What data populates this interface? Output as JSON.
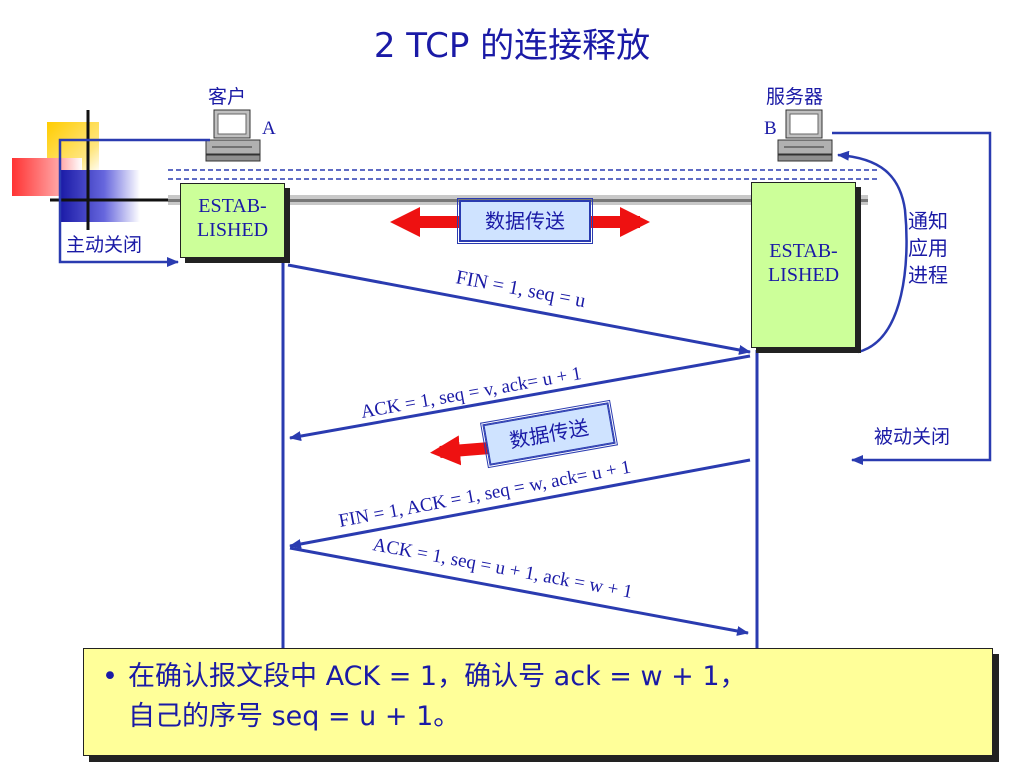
{
  "title": "2   TCP 的连接释放",
  "client": {
    "label": "客户",
    "letter": "A",
    "state": "ESTAB-\nLISHED",
    "action": "主动关闭"
  },
  "server": {
    "label": "服务器",
    "letter": "B",
    "state": "ESTAB-\nLISHED",
    "notify": "通知\n应用\n进程",
    "action": "被动关闭"
  },
  "data_transfer_label": "数据传送",
  "messages": [
    "FIN = 1, seq = u",
    "ACK = 1, seq = v, ack= u + 1",
    "FIN = 1, ACK = 1, seq = w, ack= u + 1",
    "ACK = 1, seq = u + 1, ack = w + 1"
  ],
  "note": {
    "bullet": "•",
    "line1": "在确认报文段中 ACK = 1，确认号 ack = w + 1，",
    "line2": "自己的序号 seq = u + 1。"
  },
  "colors": {
    "line": "#2a3bb0",
    "text": "#1a1aa6",
    "state_box": "#ccff99",
    "note_box": "#ffff99",
    "arrow_red": "#ee1111"
  }
}
